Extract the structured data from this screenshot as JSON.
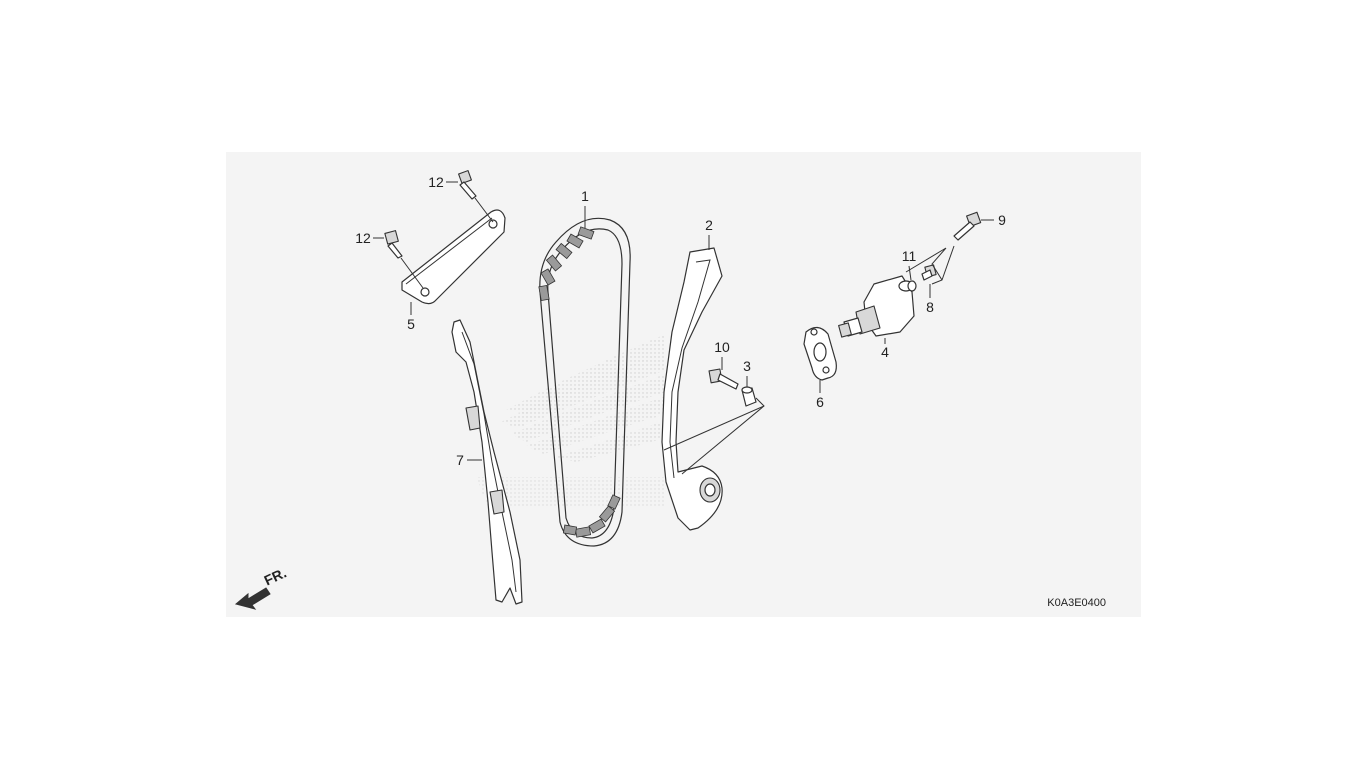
{
  "diagram": {
    "code": "K0A3E0400",
    "front_indicator": "FR.",
    "callouts": {
      "cam_chain": "1",
      "tensioner_arm": "2",
      "collar": "3",
      "tensioner_lifter": "4",
      "chain_guide_plate": "5",
      "lifter_gasket": "6",
      "chain_guide": "7",
      "sealing_bolt": "8",
      "lifter_bolt": "9",
      "pivot_bolt": "10",
      "sealing_washer": "11",
      "plate_bolt_top": "12",
      "plate_bolt_left": "12"
    },
    "colors": {
      "panel_background": "#f4f4f4",
      "line": "#333333",
      "watermark": "#c9c9c9"
    }
  }
}
